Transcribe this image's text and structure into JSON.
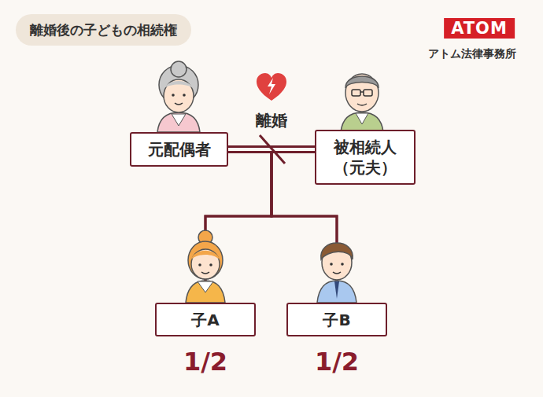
{
  "diagram": {
    "title": "離婚後の子どもの相続権",
    "nodes": [
      {
        "text": [
          "元配偶者"
        ]
      },
      {
        "text": [
          "被相続人 （元夫）"
        ]
      },
      {
        "text": [
          "子A"
        ]
      },
      {
        "text": [
          "子B"
        ]
      }
    ],
    "edges": [
      {
        "from": 0,
        "to": 1,
        "label": "離婚",
        "arrow": "none"
      },
      {
        "from": 0,
        "to": 2,
        "arrow": "none"
      },
      {
        "from": 0,
        "to": 3,
        "arrow": "none"
      },
      {
        "from": 1,
        "to": 2,
        "arrow": "none"
      },
      {
        "from": 1,
        "to": 3,
        "arrow": "none"
      }
    ],
    "labels": [
      "1/2",
      "1/2",
      "ATOM",
      "アトム法律事務所"
    ]
  }
}
